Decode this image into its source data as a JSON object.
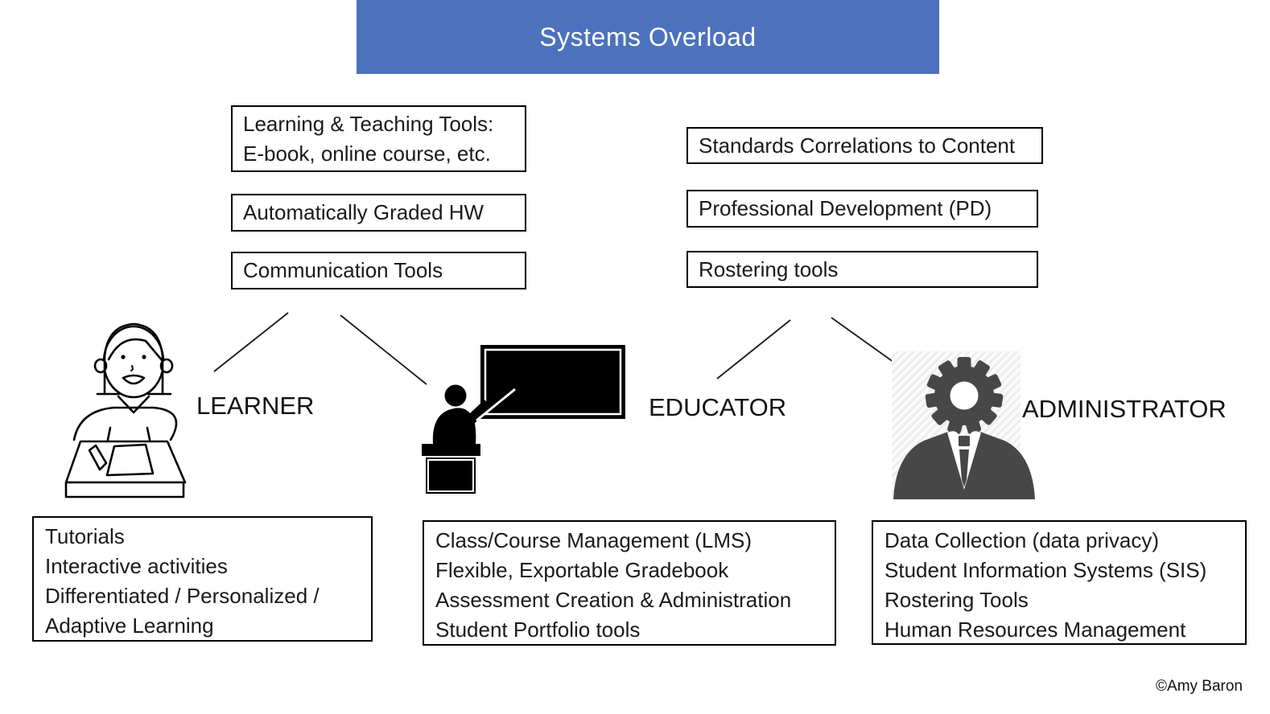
{
  "title_banner": {
    "label": "Systems Overload",
    "bg_color": "#4C72BE",
    "text_color": "#FFFFFF"
  },
  "top_boxes": {
    "left": [
      {
        "lines": [
          "Learning & Teaching Tools:",
          "E-book, online course, etc."
        ]
      },
      {
        "lines": [
          "Automatically Graded HW"
        ]
      },
      {
        "lines": [
          "Communication Tools"
        ]
      }
    ],
    "right": [
      {
        "lines": [
          "Standards Correlations to Content"
        ]
      },
      {
        "lines": [
          "Professional Development (PD)"
        ]
      },
      {
        "lines": [
          "Rostering tools"
        ]
      }
    ]
  },
  "roles": {
    "learner": {
      "label": "LEARNER",
      "icon": "student-at-desk-icon"
    },
    "educator": {
      "label": "EDUCATOR",
      "icon": "teacher-blackboard-icon"
    },
    "administrator": {
      "label": "ADMINISTRATOR",
      "icon": "gear-head-person-icon"
    }
  },
  "bottom_boxes": {
    "learner": {
      "lines": [
        "Tutorials",
        "Interactive activities",
        "Differentiated / Personalized /",
        "Adaptive Learning"
      ]
    },
    "educator": {
      "lines": [
        "Class/Course Management (LMS)",
        "Flexible, Exportable Gradebook",
        "Assessment Creation & Administration",
        "Student Portfolio tools"
      ]
    },
    "administrator": {
      "lines": [
        "Data Collection (data privacy)",
        "Student Information Systems (SIS)",
        "Rostering Tools",
        "Human Resources Management"
      ]
    }
  },
  "credit": "©Amy Baron",
  "colors": {
    "banner_blue": "#4C72BE",
    "box_border_black": "#000000",
    "admin_icon_gray": "#474747",
    "connector_line": "#1A1A1A"
  }
}
